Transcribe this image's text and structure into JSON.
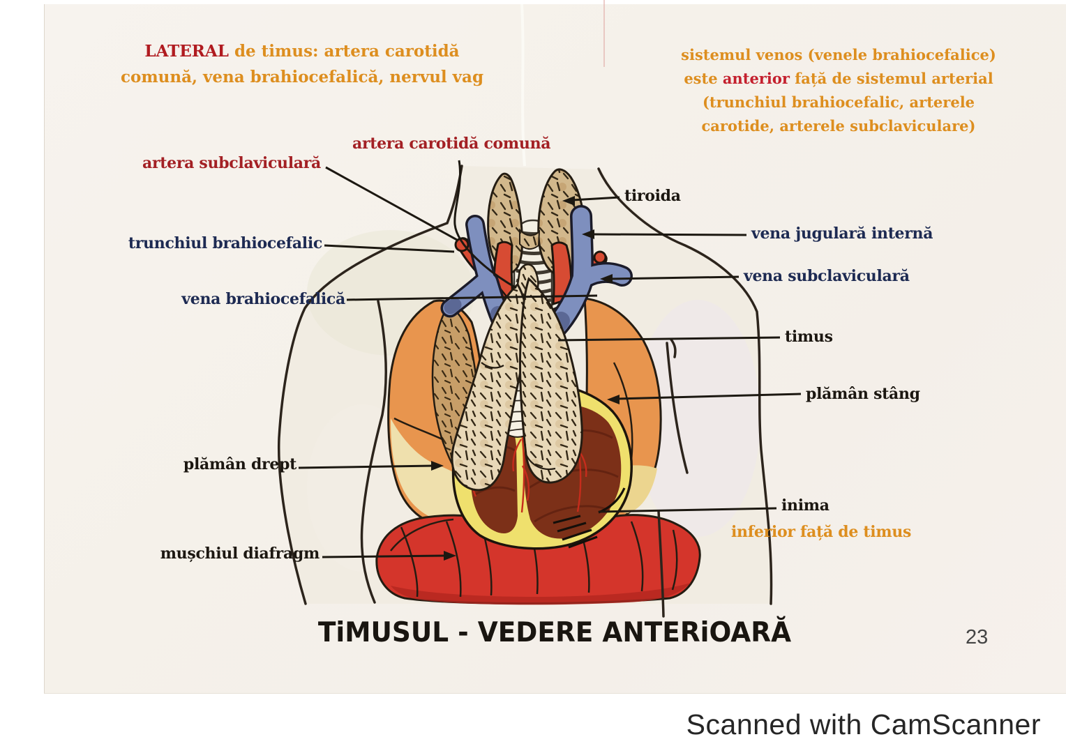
{
  "notes": {
    "lateral": {
      "keyword": "LATERAL",
      "line1_rest": " de timus: artera carotidă",
      "line2": "comună, vena brahiocefalică, nervul vag"
    },
    "venous": {
      "line1": "sistemul venos (venele brahiocefalice)",
      "line2_pre": "este ",
      "line2_keyword": "anterior",
      "line2_post": " față de sistemul arterial",
      "line3": "(trunchiul brahiocefalic, arterele",
      "line4": "carotide, arterele subclaviculare)"
    }
  },
  "labels": {
    "artera_carotida_comuna": "artera carotidă comună",
    "artera_subclaviculara": "artera subclaviculară",
    "trunchiul_brahiocefalic": "trunchiul brahiocefalic",
    "vena_brahiocefalica": "vena brahiocefalică",
    "tiroida": "tiroida",
    "vena_jugulara_interna": "vena jugulară internă",
    "vena_subclaviculara": "vena subclaviculară",
    "timus": "timus",
    "plaman_stang": "plămân stâng",
    "plaman_drept": "plămân drept",
    "inima": "inima",
    "inima_note": "inferior față de timus",
    "muschiul_diafragm": "mușchiul diafragm"
  },
  "footer": {
    "title": "TiMUSUL - VEDERE ANTERiOARĂ",
    "page_number": "23",
    "watermark": "Scanned with CamScanner"
  },
  "colors": {
    "label_dark_red": "#a32024",
    "note_orange": "#dd8e1f",
    "note_keyword_red": "#c4202e",
    "label_navy": "#1d2a52",
    "label_black": "#1c1711",
    "lung_orange": "#e8954e",
    "diaphragm_red": "#d4352b",
    "heart_maroon": "#7c3018",
    "fat_yellow": "#efe06d",
    "vein_blue": "#7e8fbe",
    "artery_red": "#d74b33",
    "thymus_cream": "#e7d7b6",
    "paper": "#f6f2ec"
  }
}
